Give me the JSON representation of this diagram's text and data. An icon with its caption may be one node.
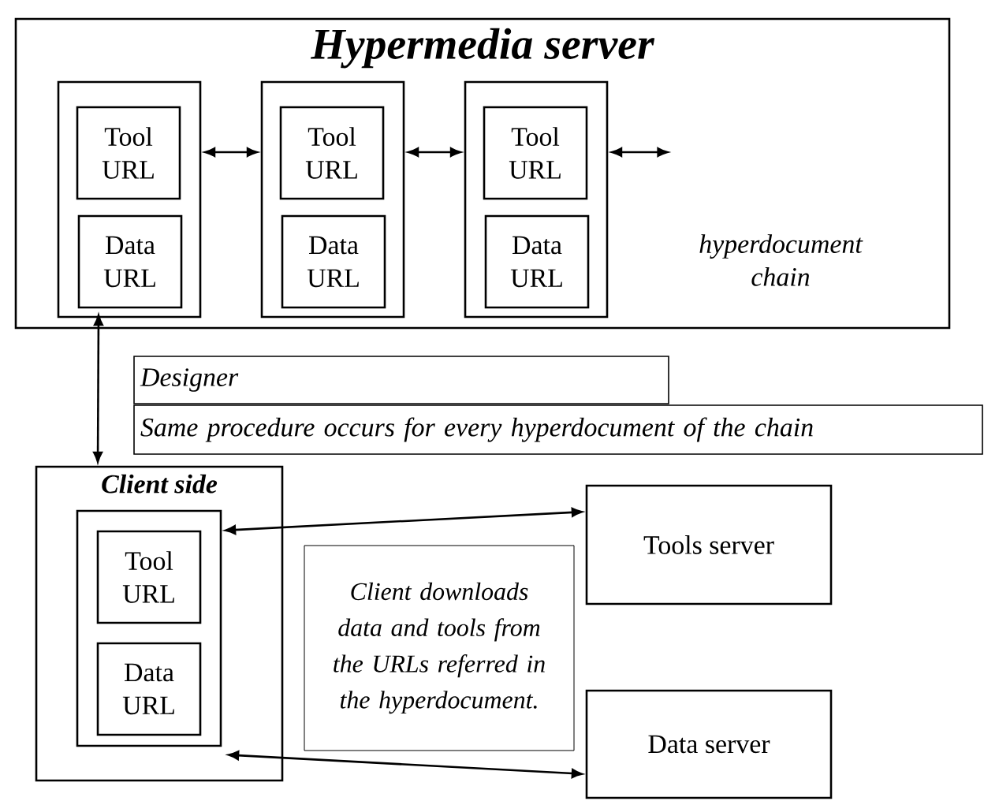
{
  "diagram": {
    "nodes": [
      {
        "text": [
          "Hypermedia server"
        ]
      },
      {
        "text": [],
        "shape": "box",
        "in": 0
      },
      {
        "text": [
          "Tool URL"
        ],
        "in": 1
      },
      {
        "text": [
          "Data URL"
        ],
        "in": 1
      },
      {
        "text": [],
        "shape": "box",
        "in": 0
      },
      {
        "text": [
          "Tool URL"
        ],
        "in": 4
      },
      {
        "text": [
          "Data URL"
        ],
        "in": 4
      },
      {
        "text": [],
        "shape": "box",
        "in": 0
      },
      {
        "text": [
          "Tool URL"
        ],
        "in": 7
      },
      {
        "text": [
          "Data URL"
        ],
        "in": 7
      },
      {
        "text": [
          "hyperdocument chain"
        ],
        "in": 0
      },
      {
        "text": [
          "Designer"
        ]
      },
      {
        "text": [
          "Same procedure occurs for every hyperdocument of the chain"
        ]
      },
      {
        "text": [
          "Client side"
        ]
      },
      {
        "text": [],
        "shape": "box",
        "in": 13
      },
      {
        "text": [
          "Tool URL"
        ],
        "in": 14
      },
      {
        "text": [
          "Data URL"
        ],
        "in": 14
      },
      {
        "text": [
          "Client downloads data and tools from the URLs referred in the hyperdocument."
        ]
      },
      {
        "text": [
          "Tools server"
        ]
      },
      {
        "text": [
          "Data server"
        ]
      }
    ],
    "edges": [
      {
        "from": 1,
        "to": 4,
        "arrow": "both"
      },
      {
        "from": 4,
        "to": 7,
        "arrow": "both"
      },
      {
        "from": 7,
        "to": null,
        "arrow": "both"
      },
      {
        "from": 3,
        "to": 13,
        "arrow": "both"
      },
      {
        "from": 14,
        "to": 18,
        "arrow": "both"
      },
      {
        "from": 14,
        "to": 19,
        "arrow": "both"
      }
    ]
  }
}
